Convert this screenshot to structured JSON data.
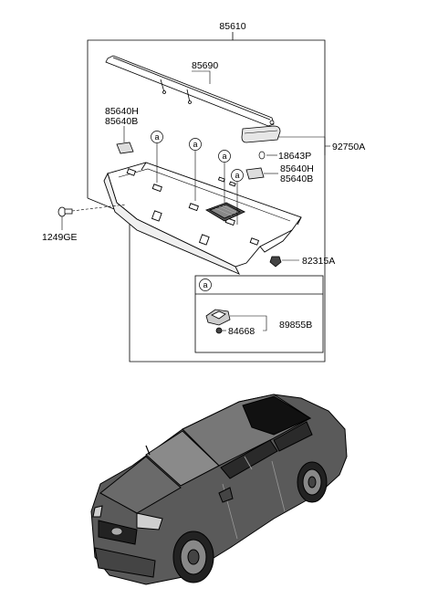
{
  "parts": {
    "assembly": "85610",
    "cover_screen": "85690",
    "cover_left_h": "85640H",
    "cover_left_b": "85640B",
    "stop_lamp_bulb": "18643P",
    "high_stop_lamp": "92750A",
    "cover_right_h": "85640H",
    "cover_right_b": "85640B",
    "bolt": "1249GE",
    "fastener": "82315A",
    "clip": "84668",
    "bracket": "89855B"
  },
  "callouts": {
    "ref_mark": "a"
  }
}
